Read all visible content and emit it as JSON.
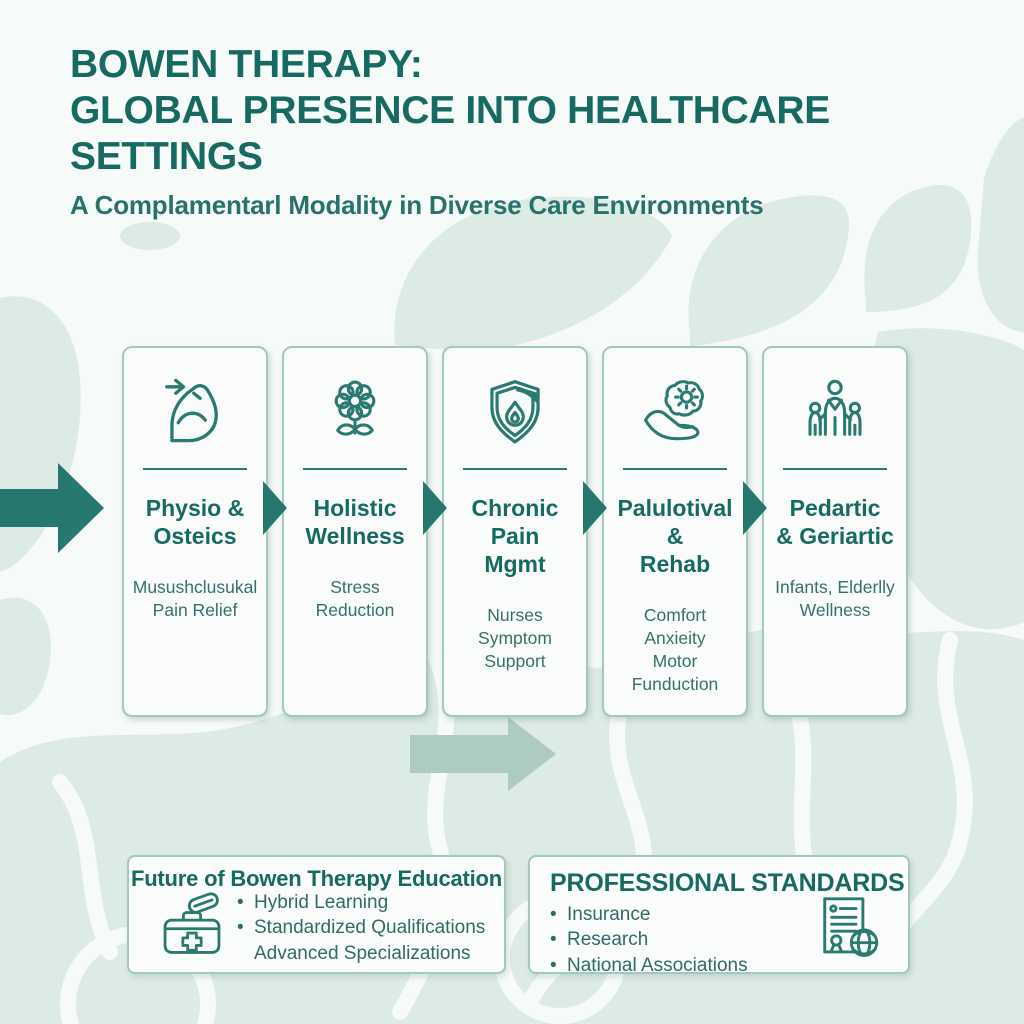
{
  "header": {
    "title": "BOWEN THERAPY:\nGLOBAL PRESENCE INTO HEALTHCARE SETTINGS",
    "subtitle": "A Complamentarl Modality in Diverse Care Environments"
  },
  "flow": {
    "cards": [
      {
        "icon": "flex-arm-icon",
        "title": "Physio &\nOsteics",
        "body": "Musushclusukal\nPain Relief"
      },
      {
        "icon": "flower-icon",
        "title": "Holistic\nWellness",
        "body": "Stress Reduction"
      },
      {
        "icon": "shield-flame-icon",
        "title": "Chronic Pain\nMgmt",
        "body": "Nurses\nSymptom\nSupport"
      },
      {
        "icon": "brain-hand-icon",
        "title": "Palulotival &\nRehab",
        "body": "Comfort\nAnxieity\nMotor\nFunduction"
      },
      {
        "icon": "family-icon",
        "title": "Pedartic\n& Geriartic",
        "body": "Infants, Elderlly\nWellness"
      }
    ]
  },
  "education_box": {
    "title": "Future of Bowen Therapy Education",
    "icon": "first-aid-kit-icon",
    "items": [
      {
        "marker": "•",
        "text": "Hybrid Learning"
      },
      {
        "marker": "•",
        "text": "Standardized Qualifications"
      },
      {
        "marker": "",
        "text": "Advanced Specializations"
      }
    ]
  },
  "standards_box": {
    "title": "PROFESSIONAL STANDARDS",
    "icon": "certificate-globe-icon",
    "items": [
      {
        "marker": "•",
        "text": "Insurance"
      },
      {
        "marker": "•",
        "text": "Research"
      },
      {
        "marker": "•",
        "text": "National Associations"
      }
    ]
  },
  "colors": {
    "accent": "#166a62",
    "body_text": "#36706a",
    "icon_stroke": "#2a7a72",
    "arrow_dark": "#26786f",
    "arrow_light": "#adcbbf",
    "card_border": "#a3c8c0",
    "blob": "#dcebe4",
    "page_bg": "#f6faf8"
  }
}
